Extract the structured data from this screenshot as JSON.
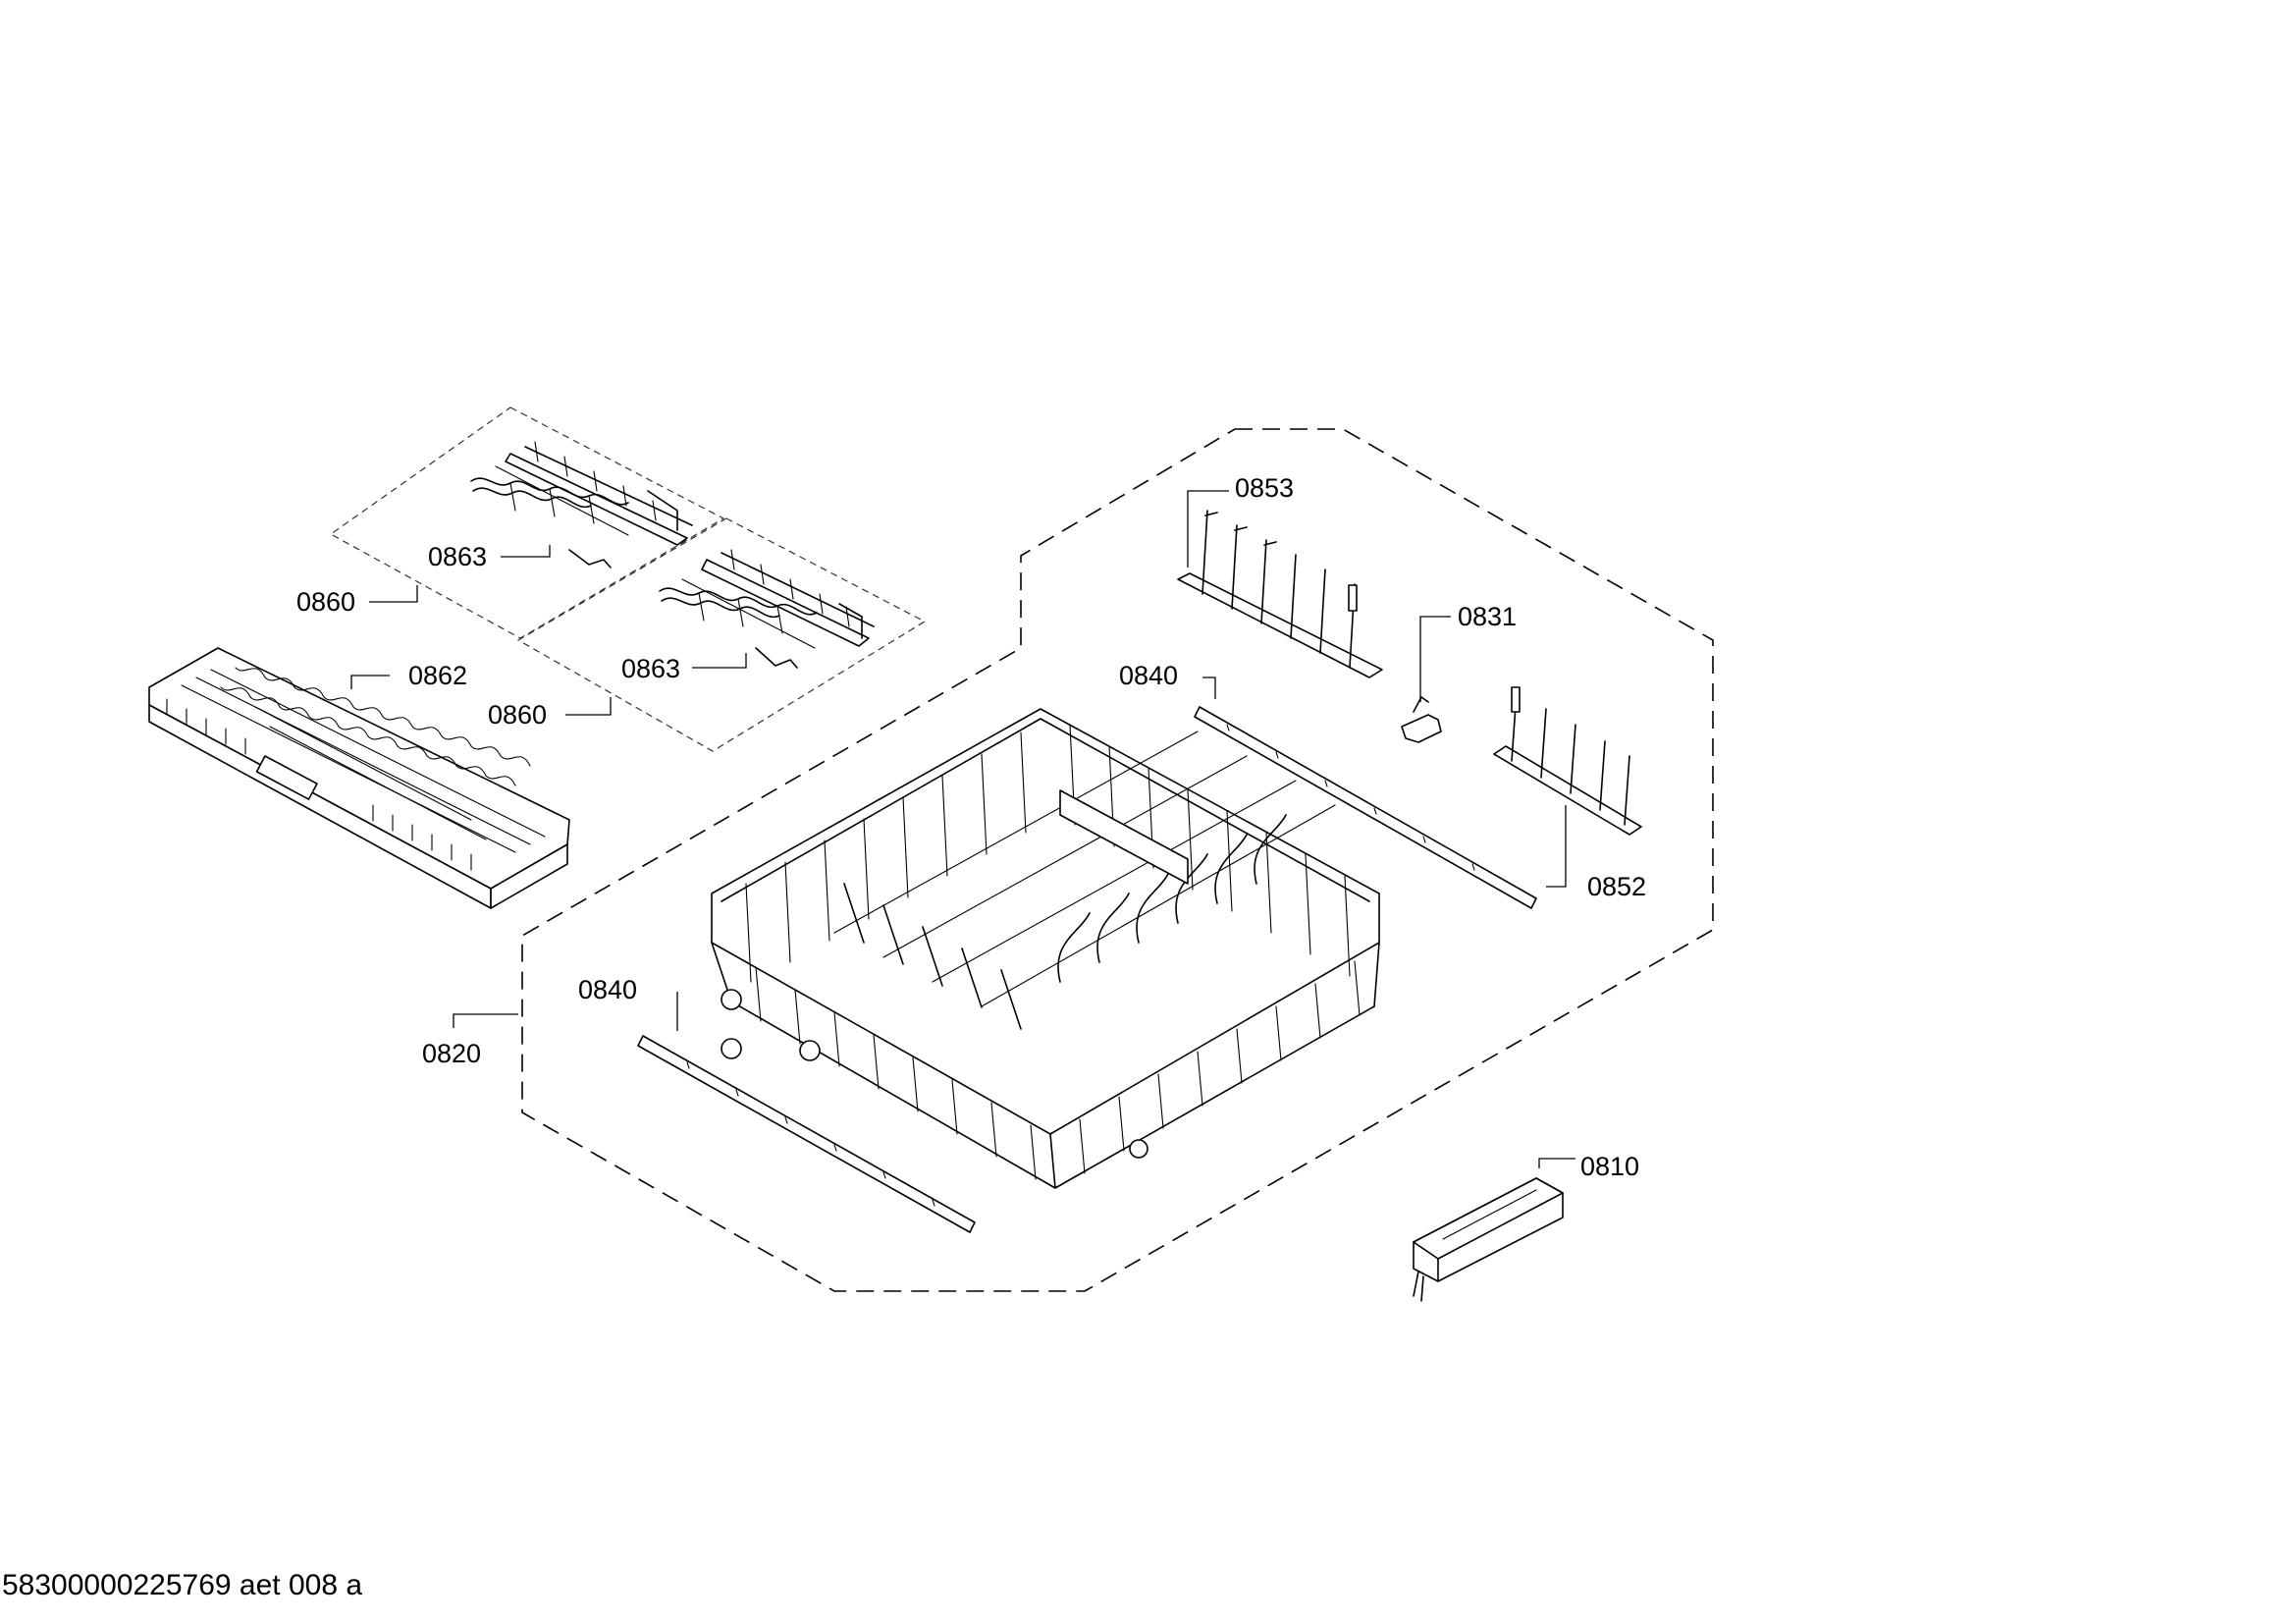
{
  "labels": {
    "l0810": "0810",
    "l0820": "0820",
    "l0831": "0831",
    "l0840a": "0840",
    "l0840b": "0840",
    "l0852": "0852",
    "l0853": "0853",
    "l0860a": "0860",
    "l0860b": "0860",
    "l0862": "0862",
    "l0863a": "0863",
    "l0863b": "0863"
  },
  "footer": "58300000225769 aet 008 a"
}
